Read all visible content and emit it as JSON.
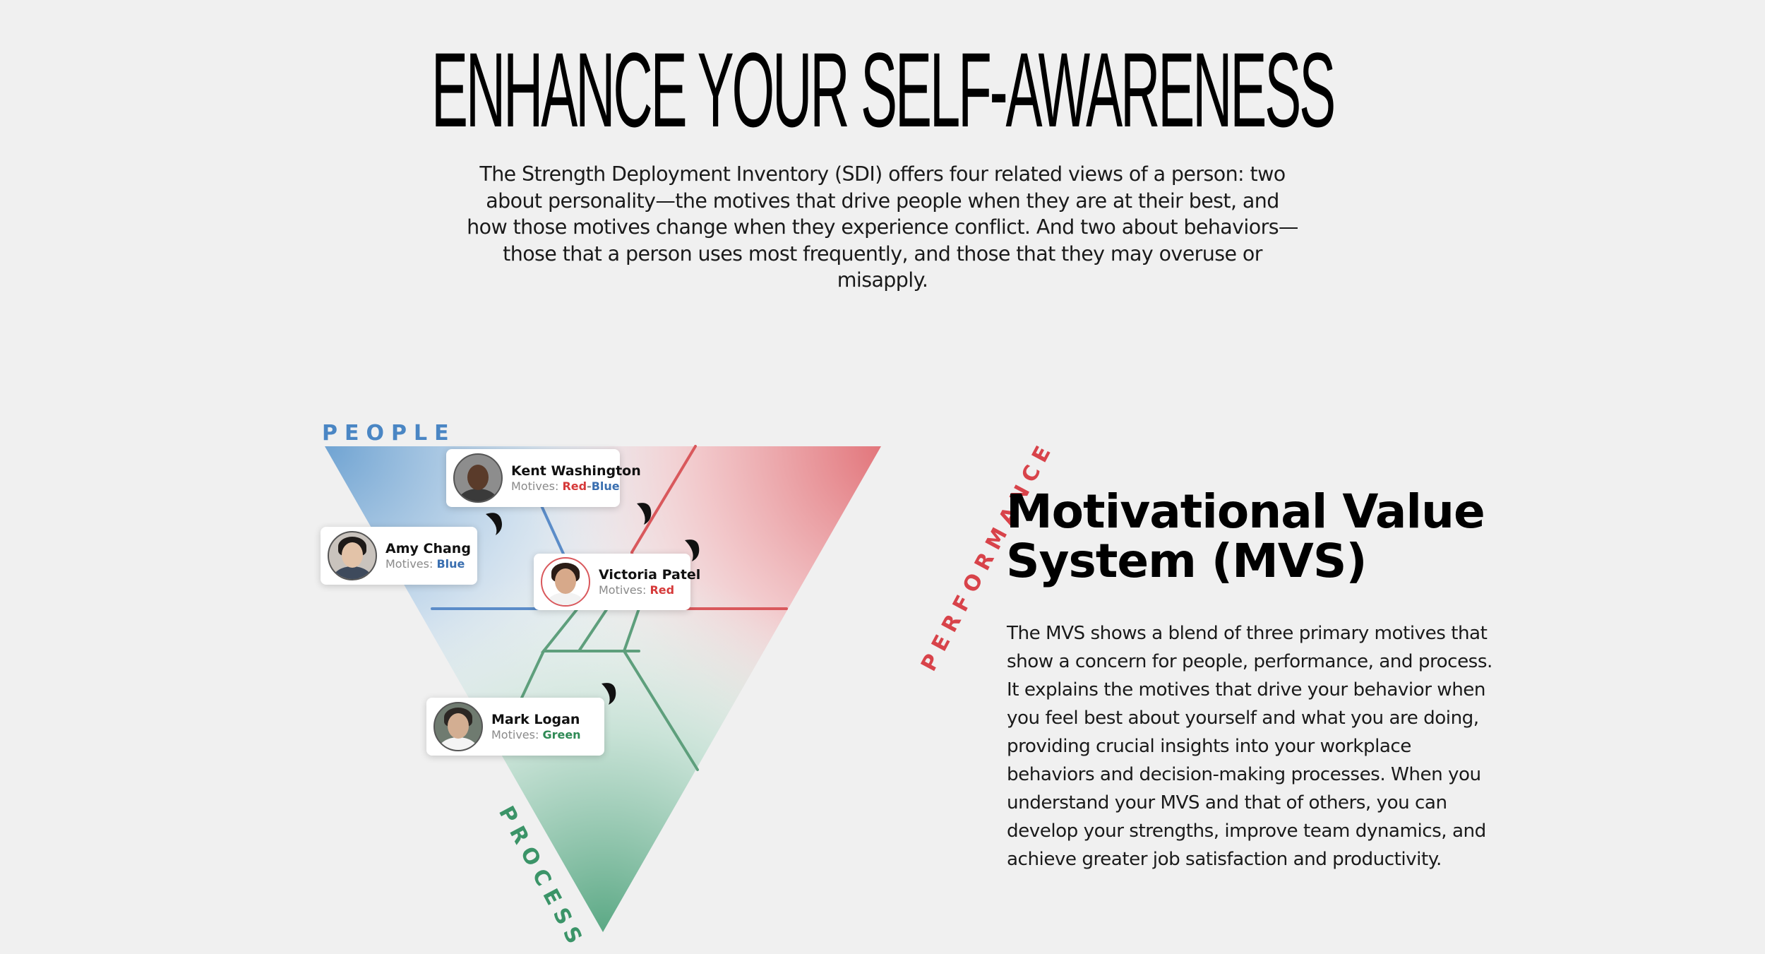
{
  "hero": {
    "title": "ENHANCE YOUR SELF-AWARENESS",
    "intro": "The Strength Deployment Inventory (SDI) offers four related views of a person: two about personality—the motives that drive people when they are at their best, and how those motives change when they experience conflict. And two about behaviors—those that a person uses most frequently, and those that they may overuse or misapply."
  },
  "diagram": {
    "axes": {
      "people": "PEOPLE",
      "performance": "PERFORMANCE",
      "process": "PROCESS"
    },
    "motives_prefix": "Motives:",
    "people": [
      {
        "name": "Kent Washington",
        "motive_a": "Red",
        "motive_sep": "-",
        "motive_b": "Blue",
        "color_a": "#d63a3a",
        "color_b": "#3a6fb0"
      },
      {
        "name": "Amy Chang",
        "motive_a": "Blue",
        "color_a": "#3a6fb0"
      },
      {
        "name": "Victoria Patel",
        "motive_a": "Red",
        "color_a": "#d63a3a"
      },
      {
        "name": "Mark Logan",
        "motive_a": "Green",
        "color_a": "#2f8a55"
      }
    ],
    "colors": {
      "blue": "#3d7fc1",
      "red": "#d94a4f",
      "green": "#3f9b6e"
    }
  },
  "mvs": {
    "title": "Motivational Value System (MVS)",
    "body": "The MVS shows a blend of three primary motives that show a concern for people, performance, and process. It explains the motives that drive your behavior when you feel best about yourself and what you are doing, providing crucial insights into your workplace behaviors and decision-making processes. When you understand your MVS and that of others, you can develop your strengths, improve team dynamics, and achieve greater job satisfaction and productivity."
  }
}
